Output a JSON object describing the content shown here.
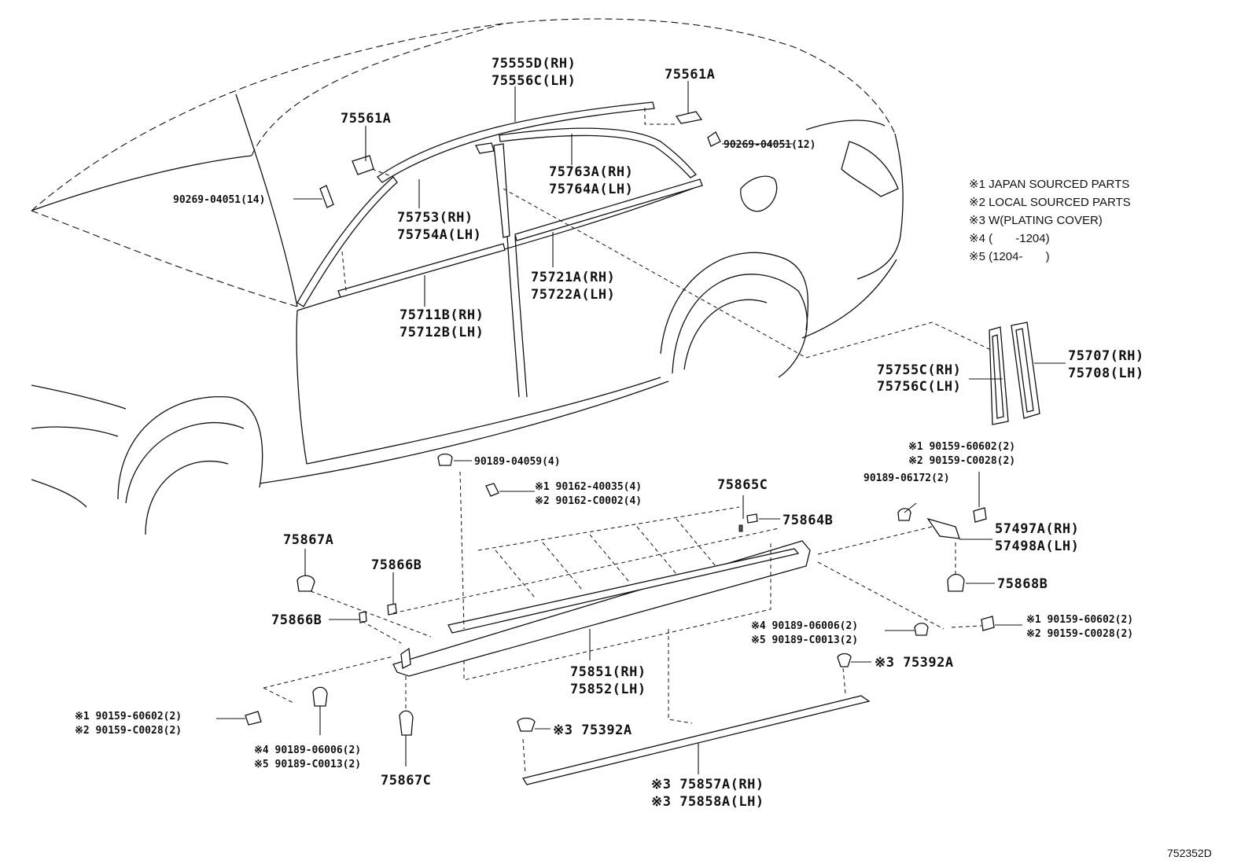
{
  "labels": {
    "l75555D": "75555D(RH)",
    "l75556C": "75556C(LH)",
    "l75561A_top": "75561A",
    "l75561A_left": "75561A",
    "l90269_12": "90269-04051(12)",
    "l90269_14": "90269-04051(14)",
    "l75763A": "75763A(RH)",
    "l75764A": "75764A(LH)",
    "l75753": "75753(RH)",
    "l75754A": "75754A(LH)",
    "l75721A": "75721A(RH)",
    "l75722A": "75722A(LH)",
    "l75711B": "75711B(RH)",
    "l75712B": "75712B(LH)",
    "l75755C": "75755C(RH)",
    "l75756C": "75756C(LH)",
    "l75707": "75707(RH)",
    "l75708": "75708(LH)",
    "l90189_04059": "90189-04059(4)",
    "l90162_40035": "※1 90162-40035(4)",
    "l90162_C0002": "※2 90162-C0002(4)",
    "l75865C": "75865C",
    "l75864B": "75864B",
    "l90159_r1": "※1 90159-60602(2)",
    "l90159_r2": "※2 90159-C0028(2)",
    "l90189_06172": "90189-06172(2)",
    "l57497A": "57497A(RH)",
    "l57498A": "57498A(LH)",
    "l75868B": "75868B",
    "l75867A": "75867A",
    "l75866B_a": "75866B",
    "l75866B_b": "75866B",
    "l90189_06006_r": "※4 90189-06006(2)",
    "l90189_C0013_r": "※5 90189-C0013(2)",
    "l90159_r3": "※1 90159-60602(2)",
    "l90159_r4": "※2 90159-C0028(2)",
    "l75392A_r": "※3 75392A",
    "l75851": "75851(RH)",
    "l75852": "75852(LH)",
    "l90159_l1": "※1 90159-60602(2)",
    "l90159_l2": "※2 90159-C0028(2)",
    "l90189_06006_l": "※4 90189-06006(2)",
    "l90189_C0013_l": "※5 90189-C0013(2)",
    "l75867C": "75867C",
    "l75392A_l": "※3 75392A",
    "l75857A": "※3 75857A(RH)",
    "l75858A": "※3 75858A(LH)"
  },
  "legend": {
    "n1": "※1 JAPAN SOURCED PARTS",
    "n2": "※2 LOCAL SOURCED PARTS",
    "n3": "※3 W(PLATING COVER)",
    "n4": "※4 (       -1204)",
    "n5": "※5 (1204-       )"
  },
  "diagram_code": "752352D",
  "colors": {
    "line": "#111111",
    "background": "#ffffff"
  }
}
